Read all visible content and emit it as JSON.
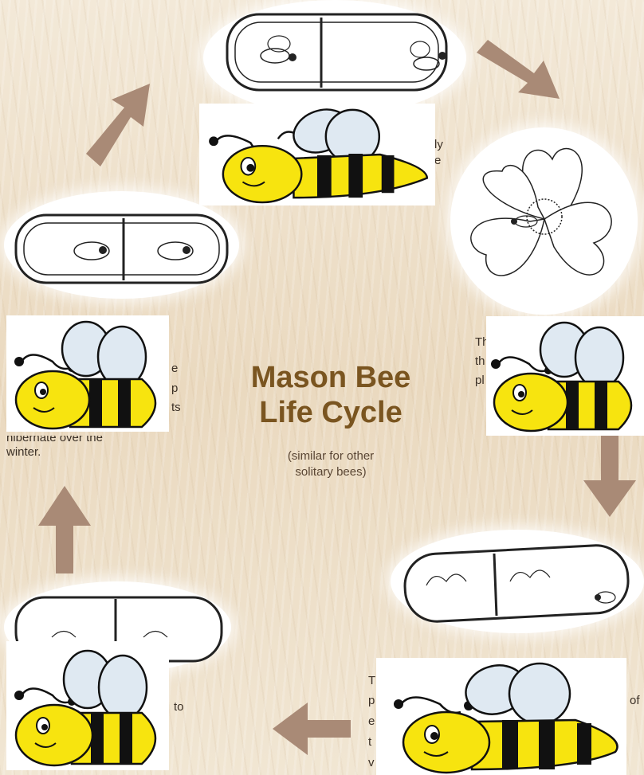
{
  "title": {
    "line1": "Mason Bee",
    "line2": "Life Cycle"
  },
  "subtitle": {
    "line1": "(similar for other",
    "line2": "solitary bees)"
  },
  "visible_text_fragments": {
    "top_right_line1": "ly",
    "top_right_line2": "e",
    "left_a": "e",
    "left_b": "p",
    "left_c": "ts",
    "left_hibernate": "hibernate over the",
    "left_winter": "winter.",
    "right_a": "Th",
    "right_b": "th",
    "right_c": "pl",
    "bottom_left_to": "to",
    "bottom_center_a": "T",
    "bottom_center_b": "p",
    "bottom_center_c": "e",
    "bottom_center_d": "t",
    "bottom_center_e": "v",
    "bottom_right_of": "of"
  },
  "colors": {
    "arrow": "#a98a76",
    "title": "#7a5520",
    "bee_yellow": "#f7e40f",
    "bee_stripe": "#111111",
    "bee_wing": "#dfe9f2"
  },
  "icons": {
    "stage_nest_adults": "nest-tube-adults-emerging-icon",
    "stage_flower": "flower-pollination-icon",
    "stage_nest_egg": "nest-tube-egg-laying-icon",
    "stage_nest_larvae": "nest-tube-larvae-icon",
    "stage_nest_cocoons": "nest-tube-cocoons-icon",
    "bee_sticker": "cartoon-bee-icon",
    "cycle_arrow": "cycle-arrow-icon"
  }
}
